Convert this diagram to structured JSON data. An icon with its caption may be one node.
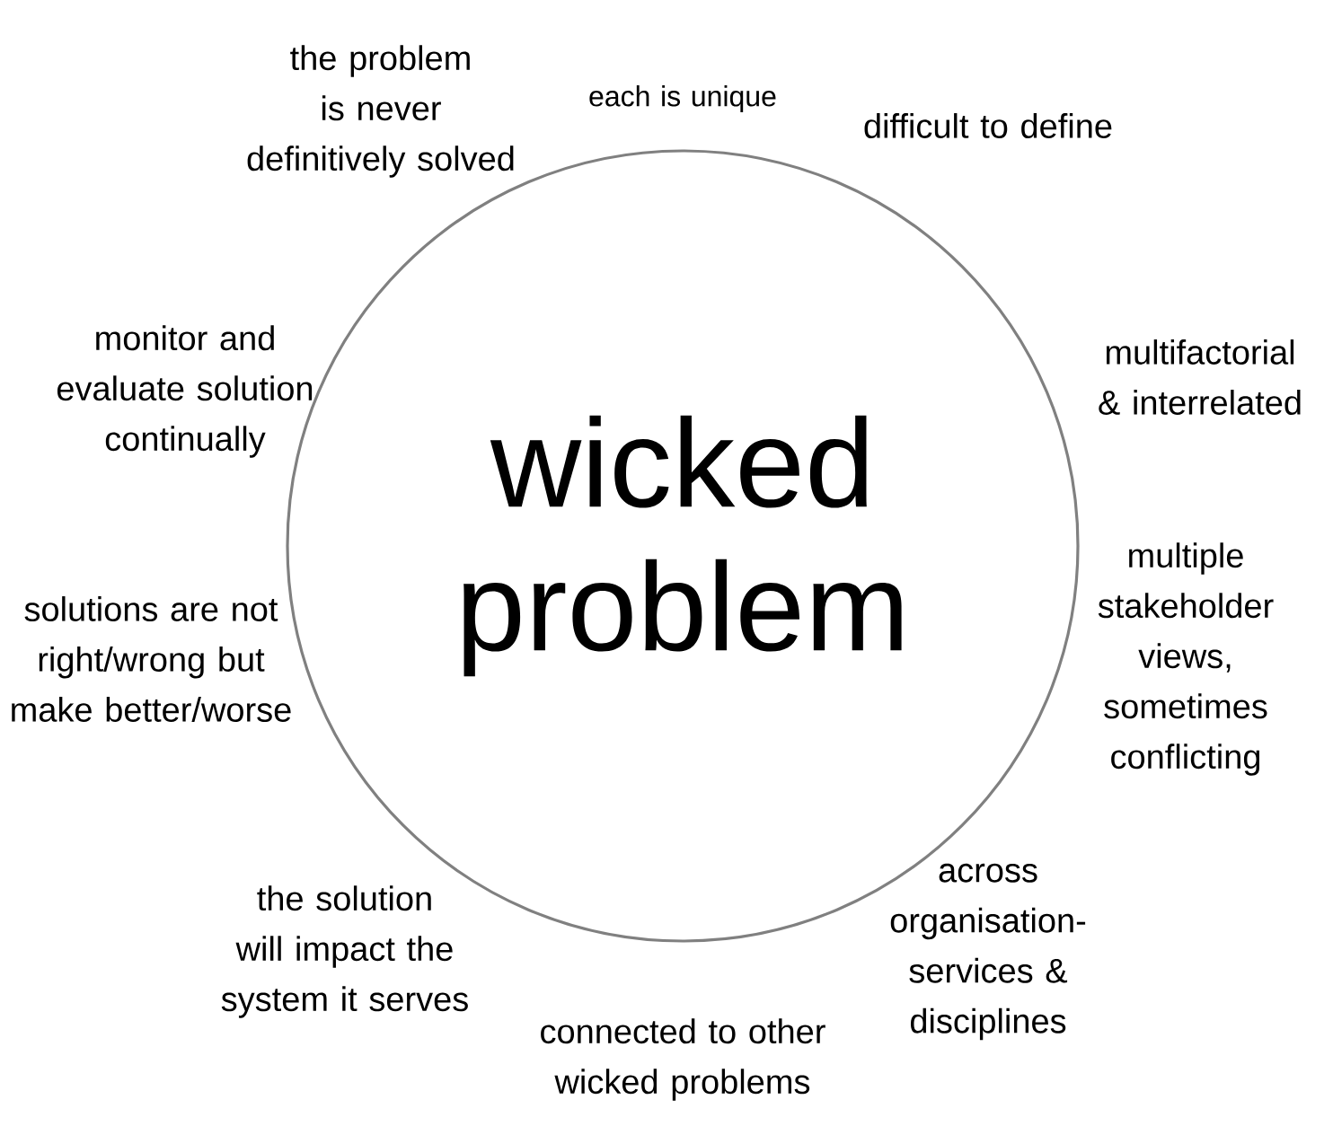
{
  "diagram": {
    "nodes": [
      {
        "text": [
          "wicked problem"
        ]
      }
    ],
    "labels": [
      "the problem is never definitively solved",
      "each is unique",
      "difficult to define",
      "monitor and evaluate solution continually",
      "multifactorial & interrelated",
      "solutions are not right/wrong but make better/worse",
      "multiple stakeholder views, sometimes conflicting",
      "the solution will impact the system it serves",
      "across organisation-services & disciplines",
      "connected to other wicked problems"
    ]
  }
}
